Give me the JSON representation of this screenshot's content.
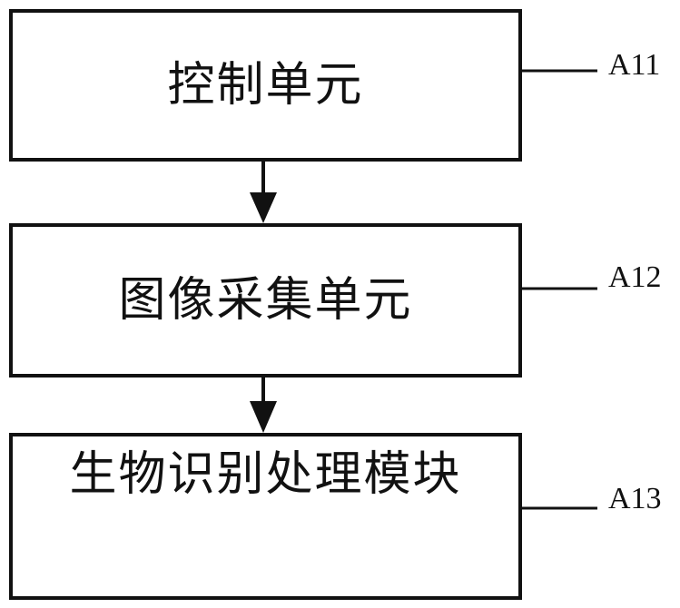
{
  "blocks": [
    {
      "text": "控制单元",
      "ref": "A11"
    },
    {
      "text": "图像采集单元",
      "ref": "A12"
    },
    {
      "text": "生物识别处理模块",
      "ref": "A13"
    }
  ],
  "colors": {
    "line": "#111111",
    "background": "#ffffff"
  }
}
